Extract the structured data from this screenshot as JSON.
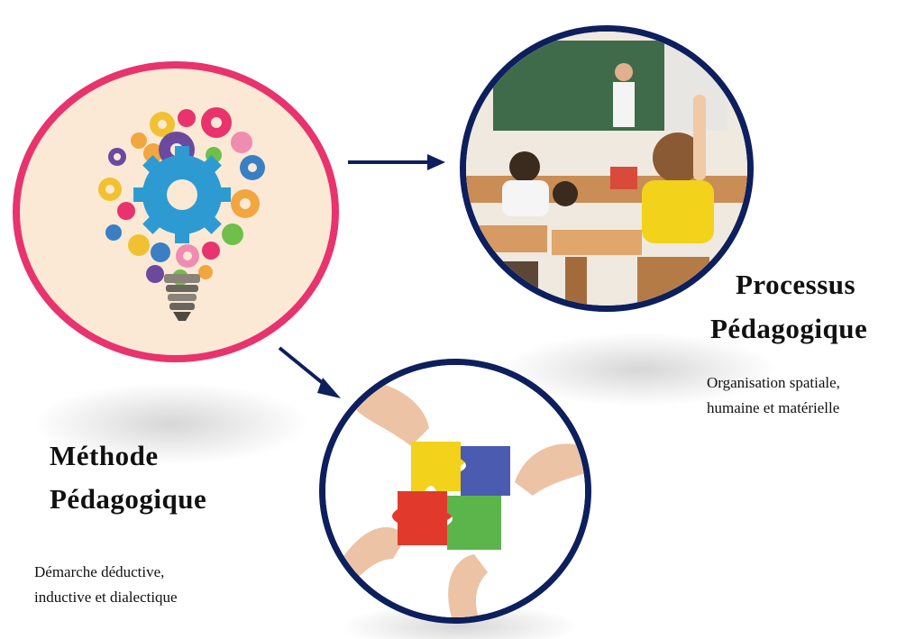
{
  "colors": {
    "pink_ring": "#e8336d",
    "navy_ring": "#0d1f5c",
    "arrow": "#0d1f5c",
    "bulb_bg": "#fbe9d6"
  },
  "method": {
    "title_line1": "Méthode",
    "title_line2": "Pédagogique",
    "desc_line1": "Démarche déductive,",
    "desc_line2": "inductive et dialectique",
    "image_icon": "puzzle-hands-icon"
  },
  "process": {
    "title_line1": "Processus",
    "title_line2": "Pédagogique",
    "desc_line1": "Organisation spatiale,",
    "desc_line2": "humaine et matérielle",
    "image_icon": "classroom-photo-icon"
  },
  "idea": {
    "image_icon": "gear-lightbulb-icon"
  }
}
